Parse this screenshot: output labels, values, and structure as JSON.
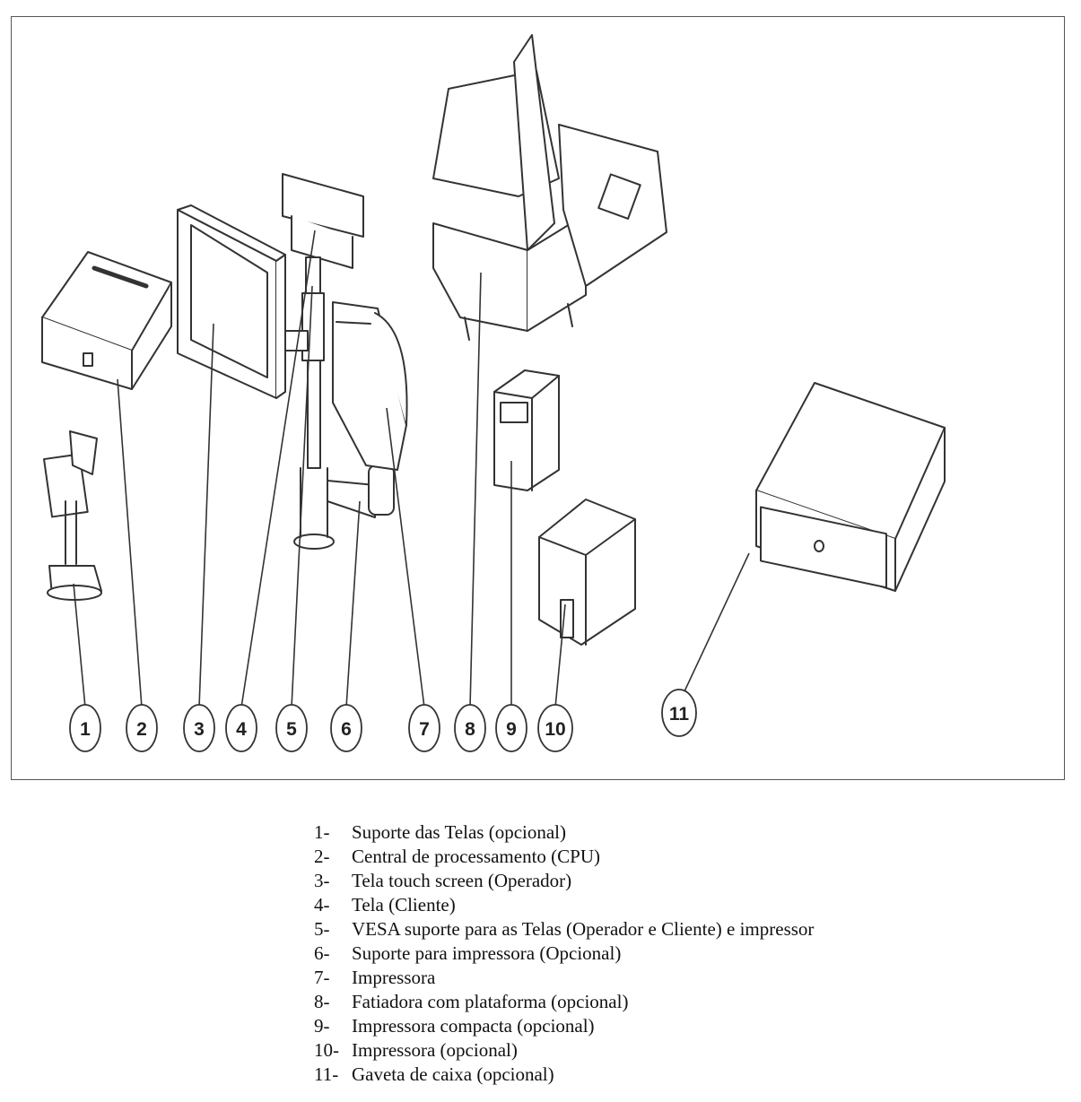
{
  "callouts": [
    "1",
    "2",
    "3",
    "4",
    "5",
    "6",
    "7",
    "8",
    "9",
    "10",
    "11"
  ],
  "legend": [
    {
      "num": "1-",
      "text": "Suporte das Telas (opcional)"
    },
    {
      "num": "2-",
      "text": "Central de processamento (CPU)"
    },
    {
      "num": "3-",
      "text": "Tela touch screen (Operador)"
    },
    {
      "num": "4-",
      "text": "Tela (Cliente)"
    },
    {
      "num": "5-",
      "text": "VESA suporte para as Telas (Operador e Cliente) e impressor"
    },
    {
      "num": "6-",
      "text": "Suporte para impressora (Opcional)"
    },
    {
      "num": "7-",
      "text": "Impressora"
    },
    {
      "num": "8-",
      "text": "Fatiadora com plataforma (opcional)"
    },
    {
      "num": "9-",
      "text": "Impressora compacta (opcional)"
    },
    {
      "num": "10-",
      "text": "Impressora (opcional)"
    },
    {
      "num": "11-",
      "text": "Gaveta de caixa (opcional)"
    }
  ]
}
